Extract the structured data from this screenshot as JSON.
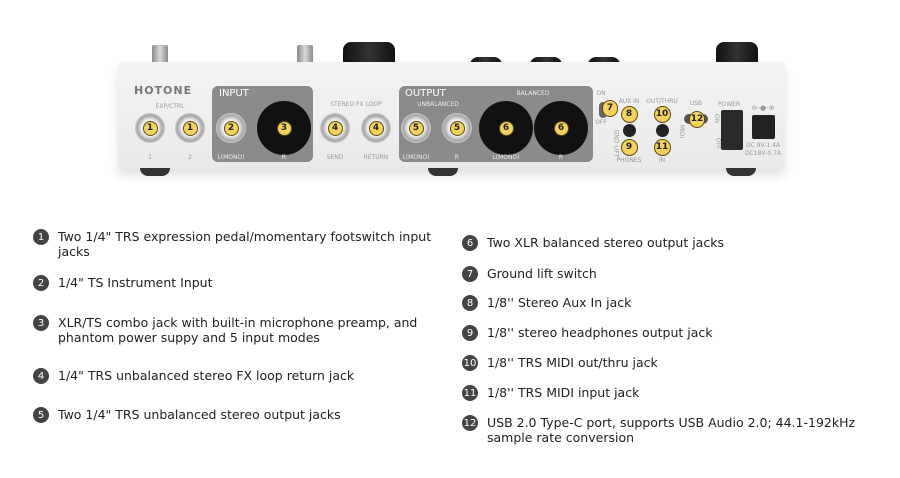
{
  "device": {
    "brand": "HOTONE",
    "sections": {
      "exp_ctrl": "EXP/CTRL",
      "input": "INPUT",
      "stereo_fx_loop": "STEREO FX LOOP",
      "output": "OUTPUT",
      "unbalanced": "UNBALANCED",
      "balanced": "BALANCED",
      "on": "ON",
      "off": "OFF",
      "gnd_lift": "GND LIFT",
      "aux_in": "AUX IN",
      "phones": "PHONES",
      "out_thru": "OUT/THRU",
      "in": "IN",
      "midi": "MIDI",
      "usb": "USB",
      "power": "POWER",
      "power_on": "ON",
      "power_off": "OFF",
      "dc_1": "DC 9V-1.4A",
      "dc_2": "DC18V-0.7A"
    },
    "jack_labels": [
      "1",
      "2",
      "L(MONO)",
      "R",
      "SEND",
      "RETURN",
      "L(MONO)",
      "R",
      "L(MONO)",
      "R"
    ]
  },
  "legend": [
    {
      "n": "1",
      "text": "Two 1/4\" TRS expression pedal/momentary footswitch input jacks"
    },
    {
      "n": "2",
      "text": "1/4\" TS Instrument Input"
    },
    {
      "n": "3",
      "text": "XLR/TS combo jack with built-in microphone preamp, and phantom power suppy and 5 input modes"
    },
    {
      "n": "4",
      "text": "1/4\" TRS unbalanced stereo FX loop return jack"
    },
    {
      "n": "5",
      "text": "Two 1/4\" TRS unbalanced stereo output jacks"
    },
    {
      "n": "6",
      "text": "Two XLR balanced stereo output jacks"
    },
    {
      "n": "7",
      "text": "Ground lift switch"
    },
    {
      "n": "8",
      "text": "1/8'' Stereo Aux In jack"
    },
    {
      "n": "9",
      "text": "1/8'' stereo headphones output jack"
    },
    {
      "n": "10",
      "text": "1/8'' TRS MIDI out/thru jack"
    },
    {
      "n": "11",
      "text": "1/8'' TRS MIDI input jack"
    },
    {
      "n": "12",
      "text": "USB 2.0 Type-C port, supports USB Audio 2.0; 44.1-192kHz sample rate conversion"
    }
  ]
}
